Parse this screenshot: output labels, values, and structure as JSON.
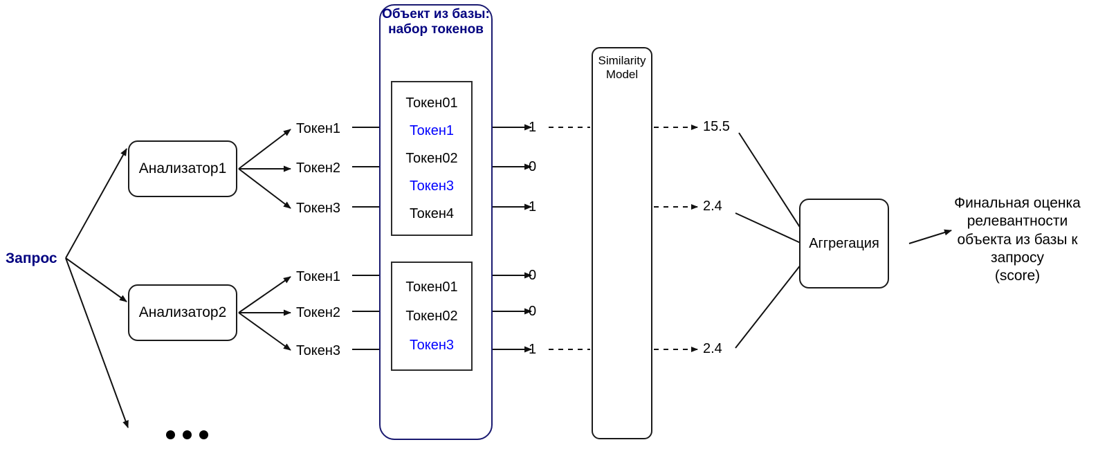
{
  "diagram": {
    "query_label": "Запрос",
    "analyzers": [
      {
        "label": "Анализатор1"
      },
      {
        "label": "Анализатор2"
      }
    ],
    "ellipsis": "•••",
    "object_panel": {
      "title": "Объект из базы:\nнабор токенов",
      "groups": [
        {
          "tokens": [
            {
              "text": "Токен01",
              "color": "black"
            },
            {
              "text": "Токен1",
              "color": "blue"
            },
            {
              "text": "Токен02",
              "color": "black"
            },
            {
              "text": "Токен3",
              "color": "blue"
            },
            {
              "text": "Токен4",
              "color": "black"
            }
          ]
        },
        {
          "tokens": [
            {
              "text": "Токен01",
              "color": "black"
            },
            {
              "text": "Токен02",
              "color": "black"
            },
            {
              "text": "Токен3",
              "color": "blue"
            }
          ]
        }
      ]
    },
    "query_tokens_group1": [
      "Токен1",
      "Токен2",
      "Токен3"
    ],
    "query_tokens_group2": [
      "Токен1",
      "Токен2",
      "Токен3"
    ],
    "match_flags_group1": [
      "1",
      "0",
      "1"
    ],
    "match_flags_group2": [
      "0",
      "0",
      "1"
    ],
    "similarity_model": {
      "label": "Similarity\nModel"
    },
    "scores": [
      "15.5",
      "2.4",
      "2.4"
    ],
    "aggregation": {
      "label": "Аггрегация"
    },
    "final_output": "Финальная оценка\nрелевантности\nобъекта из базы к\nзапросу\n(score)",
    "colors": {
      "navy": "#000080",
      "blue": "#0000FF",
      "line": "#1A1A1A",
      "panel_border": "#191970",
      "background": "#FFFFFF"
    }
  }
}
